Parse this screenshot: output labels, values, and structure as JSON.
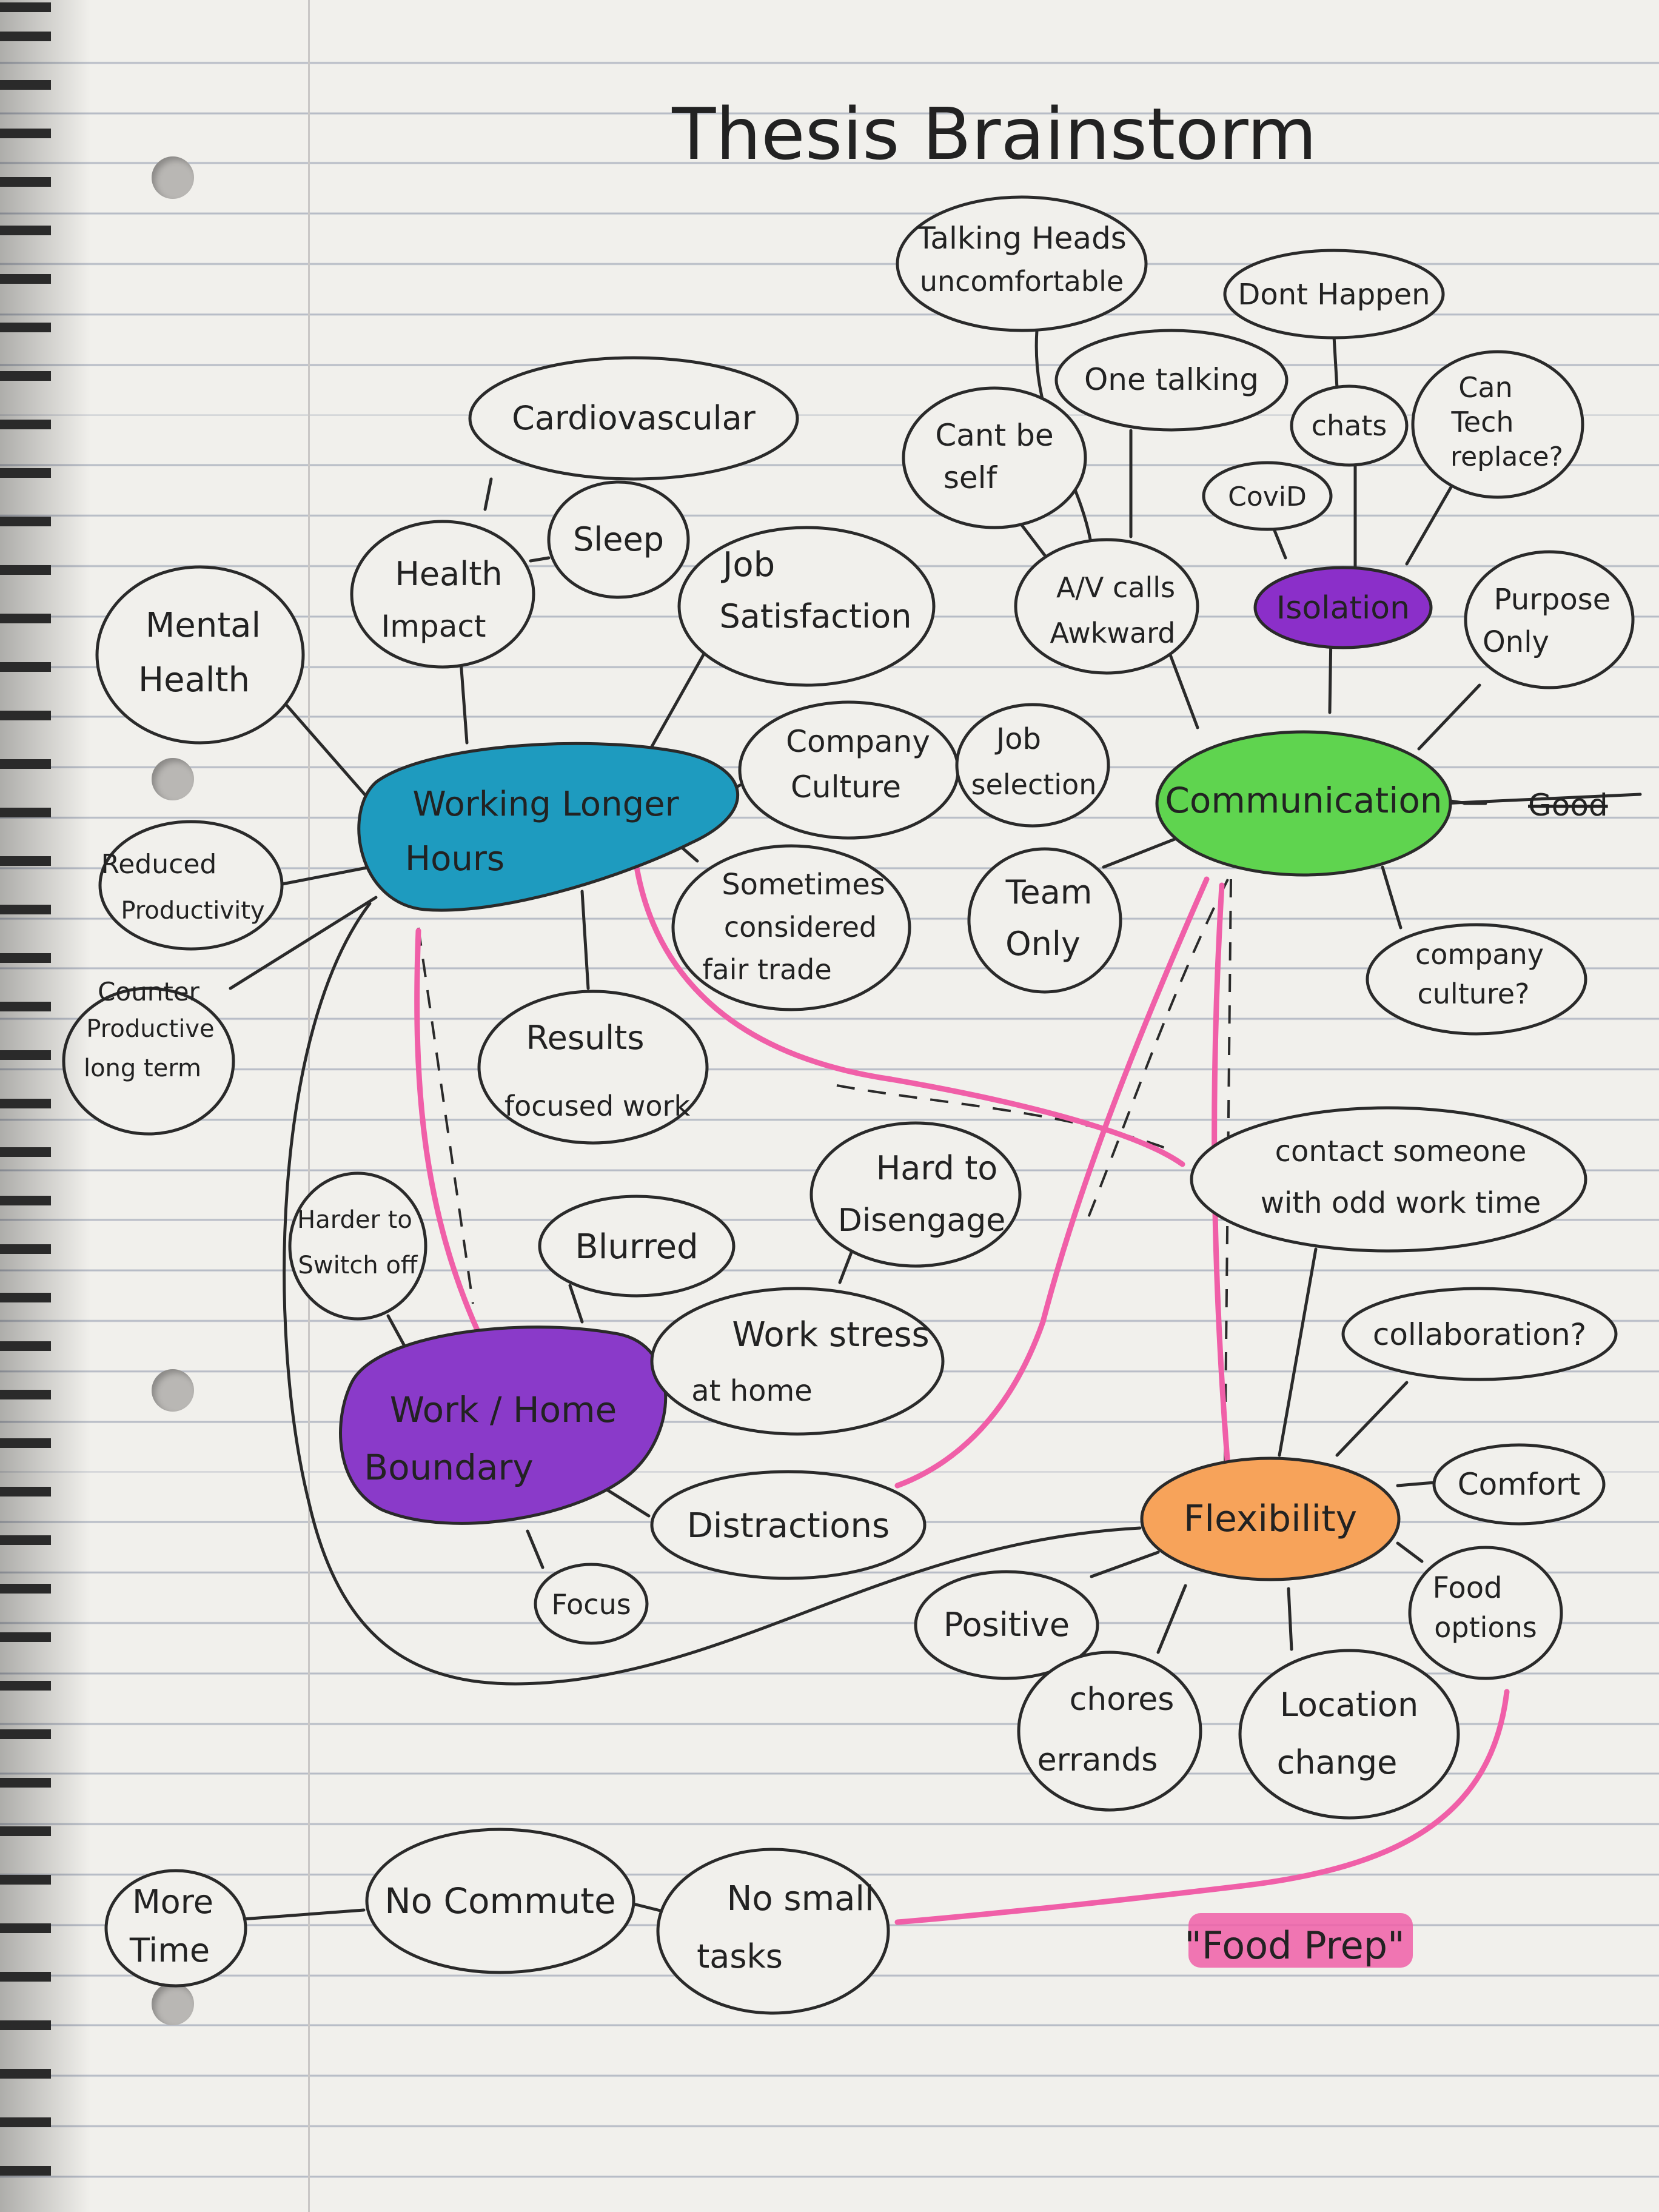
{
  "title": "Thesis Brainstorm",
  "colors": {
    "working_longer_hours": "#1e9bbf",
    "communication": "#5fd44f",
    "isolation": "#8b2fc9",
    "work_home_boundary": "#8a3ac9",
    "flexibility": "#f7a35a",
    "link_highlight": "#f05fa8"
  },
  "nodes": {
    "thesis_title": "Thesis Brainstorm",
    "working_longer_hours": [
      "Working Longer",
      "Hours"
    ],
    "communication": "Communication",
    "isolation": "Isolation",
    "work_home_boundary": [
      "Work / Home",
      "Boundary"
    ],
    "flexibility": "Flexibility",
    "talking_heads": [
      "Talking Heads",
      "uncomfortable"
    ],
    "dont_happen": "Dont Happen",
    "one_talking": "One talking",
    "chats": "chats",
    "can_tech_replace": [
      "Can",
      "Tech",
      "replace?"
    ],
    "cant_be_self": [
      "Cant be",
      "self"
    ],
    "covid": "CoviD",
    "av_calls_awkward": [
      "A/V calls",
      "Awkward"
    ],
    "purpose_only": [
      "Purpose",
      "Only"
    ],
    "cardiovascular": "Cardiovascular",
    "sleep": "Sleep",
    "health_impact": [
      "Health",
      "Impact"
    ],
    "job_satisfaction": [
      "Job",
      "Satisfaction"
    ],
    "mental_health": [
      "Mental",
      "Health"
    ],
    "company_culture": [
      "Company",
      "Culture"
    ],
    "job_selection": [
      "Job",
      "selection"
    ],
    "reduced_productivity": [
      "Reduced",
      "Productivity"
    ],
    "counter_productive": [
      "Counter",
      "Productive",
      "long term"
    ],
    "sometimes_fair_trade": [
      "Sometimes",
      "considered",
      "fair trade"
    ],
    "team_only": [
      "Team",
      "Only"
    ],
    "company_culture_q": [
      "company",
      "culture?"
    ],
    "results_focused": [
      "Results",
      "focused work"
    ],
    "contact_someone": [
      "contact someone",
      "with odd work time"
    ],
    "hard_to_disengage": [
      "Hard to",
      "Disengage"
    ],
    "harder_to_switch_off": [
      "Harder to",
      "Switch off"
    ],
    "blurred": "Blurred",
    "work_stress_at_home": [
      "Work stress",
      "at home"
    ],
    "collaboration": "collaboration?",
    "comfort": "Comfort",
    "distractions": "Distractions",
    "focus": "Focus",
    "positive": "Positive",
    "food_options": [
      "Food",
      "options"
    ],
    "chores_errands": [
      "chores",
      "errands"
    ],
    "location_change": [
      "Location",
      "change"
    ],
    "more_time": [
      "More",
      "Time"
    ],
    "no_commute": "No Commute",
    "no_small_tasks": [
      "No small",
      "tasks"
    ],
    "food_prep": "\"Food Prep\"",
    "crossed_out": "Good"
  }
}
